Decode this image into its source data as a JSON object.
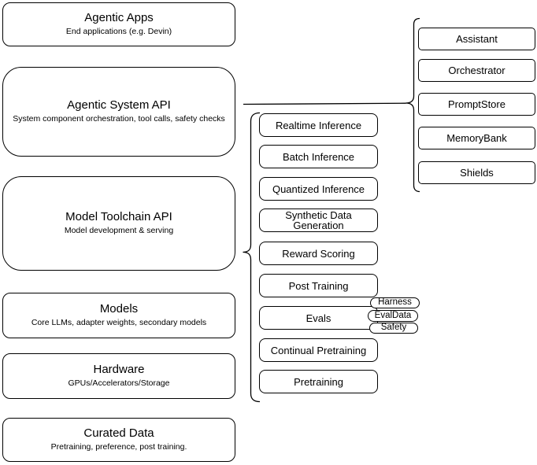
{
  "stack_layers": [
    {
      "title": "Agentic Apps",
      "subtitle": "End applications (e.g. Devin)"
    },
    {
      "title": "Agentic System API",
      "subtitle": "System component orchestration, tool calls, safety checks"
    },
    {
      "title": "Model Toolchain API",
      "subtitle": "Model development & serving"
    },
    {
      "title": "Models",
      "subtitle": "Core LLMs, adapter weights, secondary models"
    },
    {
      "title": "Hardware",
      "subtitle": "GPUs/Accelerators/Storage"
    },
    {
      "title": "Curated Data",
      "subtitle": "Pretraining, preference, post training."
    }
  ],
  "toolchain_services": [
    "Realtime Inference",
    "Batch Inference",
    "Quantized Inference",
    "Synthetic Data Generation",
    "Reward Scoring",
    "Post Training",
    "Evals",
    "Continual Pretraining",
    "Pretraining"
  ],
  "eval_tags": [
    "Harness",
    "EvalData",
    "Safety"
  ],
  "system_components": [
    "Assistant",
    "Orchestrator",
    "PromptStore",
    "MemoryBank",
    "Shields"
  ],
  "colors": {
    "stroke": "#000000",
    "background": "#ffffff",
    "text": "#000000"
  }
}
